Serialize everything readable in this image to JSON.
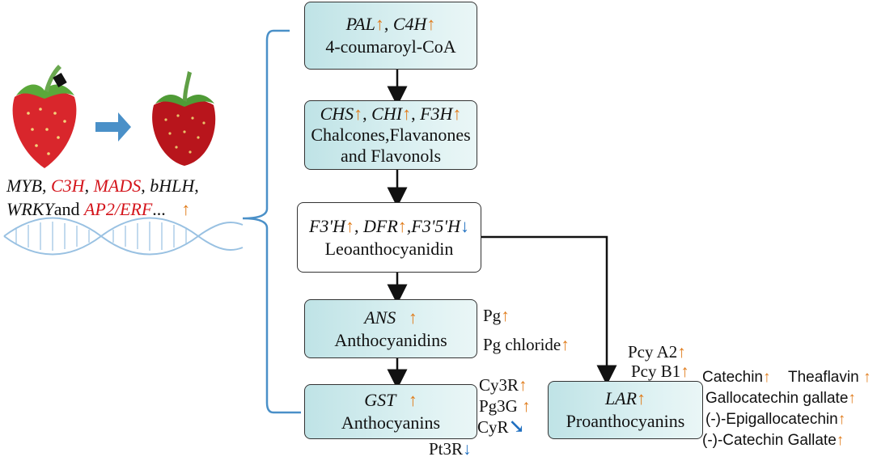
{
  "left": {
    "tf_line1": [
      "MYB",
      ", ",
      "C3H",
      ", ",
      "MADS",
      ", ",
      "bHLH",
      ","
    ],
    "tf_line2": [
      "WRKY",
      "and ",
      "AP2/ERF",
      "..."
    ],
    "up_arrow": "↑"
  },
  "boxes": {
    "pal": {
      "genes": [
        {
          "name": "PAL",
          "dir": "up"
        },
        {
          "name": "C4H",
          "dir": "up"
        }
      ],
      "product": "4-coumaroyl-CoA"
    },
    "chs": {
      "genes": [
        {
          "name": "CHS",
          "dir": "up"
        },
        {
          "name": "CHI",
          "dir": "up"
        },
        {
          "name": "F3H",
          "dir": "up"
        }
      ],
      "product_line1": "Chalcones,Flavanones",
      "product_line2": "and Flavonols"
    },
    "f3h": {
      "genes": [
        {
          "name": "F3'H",
          "dir": "up"
        },
        {
          "name": "DFR",
          "dir": "up"
        },
        {
          "name": "F3'5'H",
          "dir": "down"
        }
      ],
      "product": "Leoanthocyanidin"
    },
    "ans": {
      "gene": "ANS",
      "product": "Anthocyanidins"
    },
    "gst": {
      "gene": "GST",
      "product": "Anthocyanins"
    },
    "lar": {
      "gene": "LAR",
      "product": "Proanthocyanins"
    }
  },
  "metabolites": {
    "pg": "Pg",
    "pg_chloride": "Pg chloride",
    "cy3r": "Cy3R",
    "pg3g": "Pg3G",
    "cyr": "CyR",
    "pt3r": "Pt3R",
    "pcy_a2": "Pcy A2",
    "pcy_b1": "Pcy B1",
    "catechin": "Catechin",
    "theaflavin": "Theaflavin",
    "gallocatechin_gallate": "Gallocatechin gallate",
    "epigallocatechin": "(-)-Epigallocatechin",
    "catechin_gallate": "(-)-Catechin Gallate"
  },
  "arrows": {
    "up": "↑",
    "down": "↓",
    "down_right": "↘"
  },
  "colors": {
    "up": "#e07b1a",
    "down": "#1f6fc0",
    "red_gene": "#d4141b",
    "box_fill": "#bfe3e6",
    "bracket": "#4a90c8"
  }
}
